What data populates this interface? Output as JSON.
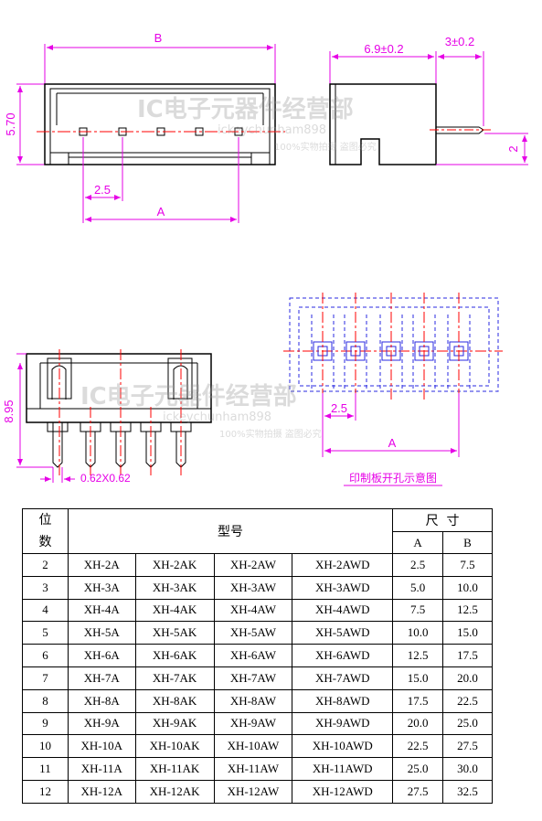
{
  "drawing": {
    "front_top": {
      "dim_B": "B",
      "dim_height": "5.70",
      "dim_pitch": "2.5",
      "dim_A": "A"
    },
    "side_view": {
      "dim_depth": "6.9±0.2",
      "dim_pin": "3±0.2",
      "dim_offset": "2"
    },
    "front_bottom": {
      "dim_height": "8.95",
      "dim_pin_size": "0.62X0.62"
    },
    "pcb_layout": {
      "dim_pitch": "2.5",
      "dim_A": "A",
      "caption": "印制板开孔示意图"
    },
    "watermark": {
      "main": "IC电子元器件经营部",
      "sub": "ickeychunham898",
      "note": "100%实物拍摄 盗图必究"
    }
  },
  "table": {
    "header": {
      "position_top": "位",
      "position_bottom": "数",
      "model": "型号",
      "size": "尺  寸",
      "col_a": "A",
      "col_b": "B"
    },
    "rows": [
      {
        "pos": "2",
        "m1": "XH-2A",
        "m2": "XH-2AK",
        "m3": "XH-2AW",
        "m4": "XH-2AWD",
        "a": "2.5",
        "b": "7.5"
      },
      {
        "pos": "3",
        "m1": "XH-3A",
        "m2": "XH-3AK",
        "m3": "XH-3AW",
        "m4": "XH-3AWD",
        "a": "5.0",
        "b": "10.0"
      },
      {
        "pos": "4",
        "m1": "XH-4A",
        "m2": "XH-4AK",
        "m3": "XH-4AW",
        "m4": "XH-4AWD",
        "a": "7.5",
        "b": "12.5"
      },
      {
        "pos": "5",
        "m1": "XH-5A",
        "m2": "XH-5AK",
        "m3": "XH-5AW",
        "m4": "XH-5AWD",
        "a": "10.0",
        "b": "15.0"
      },
      {
        "pos": "6",
        "m1": "XH-6A",
        "m2": "XH-6AK",
        "m3": "XH-6AW",
        "m4": "XH-6AWD",
        "a": "12.5",
        "b": "17.5"
      },
      {
        "pos": "7",
        "m1": "XH-7A",
        "m2": "XH-7AK",
        "m3": "XH-7AW",
        "m4": "XH-7AWD",
        "a": "15.0",
        "b": "20.0"
      },
      {
        "pos": "8",
        "m1": "XH-8A",
        "m2": "XH-8AK",
        "m3": "XH-8AW",
        "m4": "XH-8AWD",
        "a": "17.5",
        "b": "22.5"
      },
      {
        "pos": "9",
        "m1": "XH-9A",
        "m2": "XH-9AK",
        "m3": "XH-9AW",
        "m4": "XH-9AWD",
        "a": "20.0",
        "b": "25.0"
      },
      {
        "pos": "10",
        "m1": "XH-10A",
        "m2": "XH-10AK",
        "m3": "XH-10AW",
        "m4": "XH-10AWD",
        "a": "22.5",
        "b": "27.5"
      },
      {
        "pos": "11",
        "m1": "XH-11A",
        "m2": "XH-11AK",
        "m3": "XH-11AW",
        "m4": "XH-11AWD",
        "a": "25.0",
        "b": "30.0"
      },
      {
        "pos": "12",
        "m1": "XH-12A",
        "m2": "XH-12AK",
        "m3": "XH-12AW",
        "m4": "XH-12AWD",
        "a": "27.5",
        "b": "32.5"
      }
    ]
  },
  "colors": {
    "dimension": "#e600e6",
    "centerline": "#ff0000",
    "pcb_outline": "#2a2ae0",
    "outline": "#000000"
  }
}
